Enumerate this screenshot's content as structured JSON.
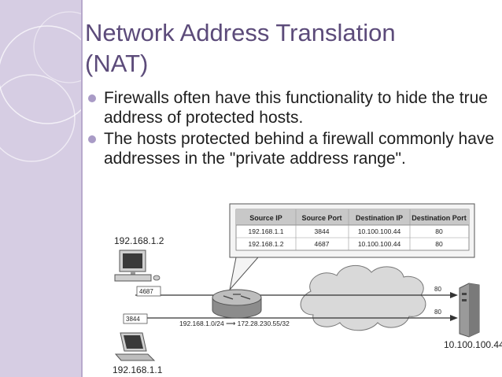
{
  "slide": {
    "title_line1": "Network Address Translation",
    "title_line2": "(NAT)",
    "bullets": [
      "Firewalls often have this functionality to hide the true address of protected hosts.",
      "The hosts protected behind a firewall commonly have addresses in the \"private address range\"."
    ]
  },
  "colors": {
    "accent": "#5c4b7a",
    "sidebar": "#d6cde3",
    "bullet": "#a99bc6",
    "table_header": "#c8c8c8"
  },
  "diagram": {
    "table": {
      "headers": [
        "Source IP",
        "Source Port",
        "Destination IP",
        "Destination Port"
      ],
      "rows": [
        [
          "192.168.1.1",
          "3844",
          "10.100.100.44",
          "80"
        ],
        [
          "192.168.1.2",
          "4687",
          "10.100.100.44",
          "80"
        ]
      ]
    },
    "host_top_ip": "192.168.1.2",
    "host_bottom_ip": "192.168.1.1",
    "server_ip": "10.100.100.44",
    "port_top_host": "4687",
    "port_bottom_host": "3844",
    "port_server_top": "80",
    "port_server_bottom": "80",
    "nat_mapping": "192.168.1.0/24 ⟶ 172.28.230.55/32"
  }
}
